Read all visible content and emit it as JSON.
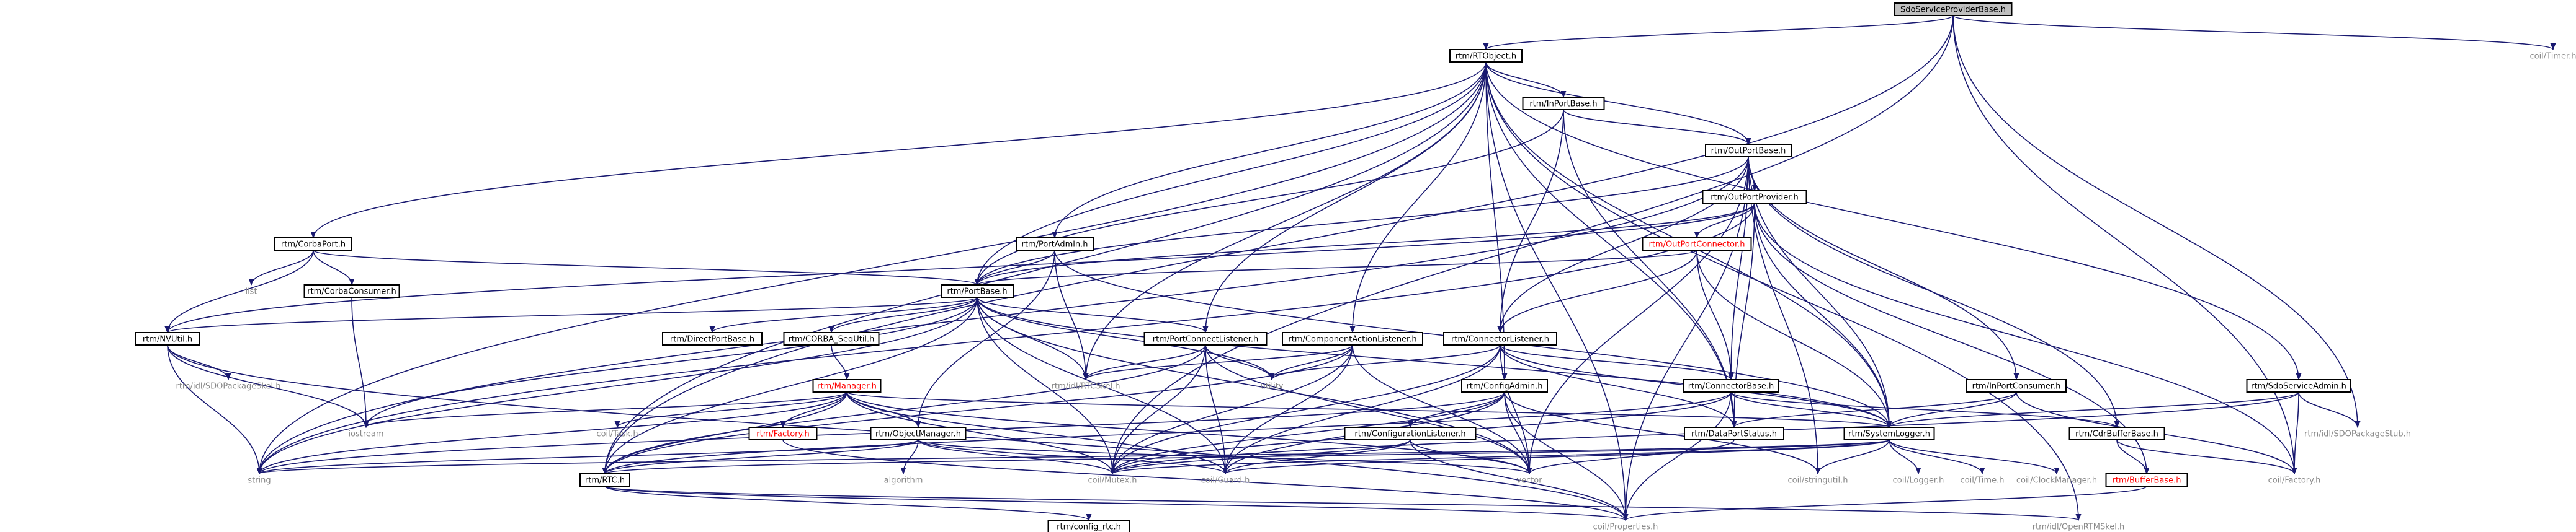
{
  "graph": {
    "nodes": [
      {
        "id": "root",
        "label": "SdoServiceProviderBase.h",
        "style": "root"
      },
      {
        "id": "rtobject",
        "label": "rtm/RTObject.h",
        "style": "box"
      },
      {
        "id": "timer",
        "label": "coil/Timer.h",
        "style": "plain"
      },
      {
        "id": "inportbase",
        "label": "rtm/InPortBase.h",
        "style": "box"
      },
      {
        "id": "outportbase",
        "label": "rtm/OutPortBase.h",
        "style": "box"
      },
      {
        "id": "outportprovider",
        "label": "rtm/OutPortProvider.h",
        "style": "box"
      },
      {
        "id": "outportconnector",
        "label": "rtm/OutPortConnector.h",
        "style": "red"
      },
      {
        "id": "corbaport",
        "label": "rtm/CorbaPort.h",
        "style": "box"
      },
      {
        "id": "portadmin",
        "label": "rtm/PortAdmin.h",
        "style": "box"
      },
      {
        "id": "list",
        "label": "list",
        "style": "plain"
      },
      {
        "id": "corbaconsumer",
        "label": "rtm/CorbaConsumer.h",
        "style": "box"
      },
      {
        "id": "portbase",
        "label": "rtm/PortBase.h",
        "style": "box"
      },
      {
        "id": "nvutil",
        "label": "rtm/NVUtil.h",
        "style": "box"
      },
      {
        "id": "directportbase",
        "label": "rtm/DirectPortBase.h",
        "style": "box"
      },
      {
        "id": "corbaseqqutil",
        "label": "rtm/CORBA_SeqUtil.h",
        "style": "box"
      },
      {
        "id": "portconnectlistener",
        "label": "rtm/PortConnectListener.h",
        "style": "box"
      },
      {
        "id": "componentactionlistener",
        "label": "rtm/ComponentActionListener.h",
        "style": "box"
      },
      {
        "id": "connectorlistener",
        "label": "rtm/ConnectorListener.h",
        "style": "box"
      },
      {
        "id": "sdopackageskel",
        "label": "rtm/idl/SDOPackageSkel.h",
        "style": "plain"
      },
      {
        "id": "manager",
        "label": "rtm/Manager.h",
        "style": "red"
      },
      {
        "id": "rtcskel",
        "label": "rtm/idl/RTCSkel.h",
        "style": "plain"
      },
      {
        "id": "utility",
        "label": "utility",
        "style": "plain"
      },
      {
        "id": "configadmin",
        "label": "rtm/ConfigAdmin.h",
        "style": "box"
      },
      {
        "id": "connectorbase",
        "label": "rtm/ConnectorBase.h",
        "style": "box"
      },
      {
        "id": "inportconsumer",
        "label": "rtm/InPortConsumer.h",
        "style": "box"
      },
      {
        "id": "sdoserviceadmin",
        "label": "rtm/SdoServiceAdmin.h",
        "style": "box"
      },
      {
        "id": "iostream",
        "label": "iostream",
        "style": "plain"
      },
      {
        "id": "coiltask",
        "label": "coil/Task.h",
        "style": "plain"
      },
      {
        "id": "factory",
        "label": "rtm/Factory.h",
        "style": "red"
      },
      {
        "id": "objectmanager",
        "label": "rtm/ObjectManager.h",
        "style": "box"
      },
      {
        "id": "configurationlistener",
        "label": "rtm/ConfigurationListener.h",
        "style": "box"
      },
      {
        "id": "dataportstatus",
        "label": "rtm/DataPortStatus.h",
        "style": "box"
      },
      {
        "id": "systemlogger",
        "label": "rtm/SystemLogger.h",
        "style": "box"
      },
      {
        "id": "cdrbufferbase",
        "label": "rtm/CdrBufferBase.h",
        "style": "box"
      },
      {
        "id": "sdopackagestub",
        "label": "rtm/idl/SDOPackageStub.h",
        "style": "plain"
      },
      {
        "id": "string",
        "label": "string",
        "style": "plain"
      },
      {
        "id": "rtc",
        "label": "rtm/RTC.h",
        "style": "box"
      },
      {
        "id": "algorithm",
        "label": "algorithm",
        "style": "plain"
      },
      {
        "id": "coilmutex",
        "label": "coil/Mutex.h",
        "style": "plain"
      },
      {
        "id": "coilguard",
        "label": "coil/Guard.h",
        "style": "plain"
      },
      {
        "id": "vector",
        "label": "vector",
        "style": "plain"
      },
      {
        "id": "stringutil",
        "label": "coil/stringutil.h",
        "style": "plain"
      },
      {
        "id": "coillogger",
        "label": "coil/Logger.h",
        "style": "plain"
      },
      {
        "id": "coiltime",
        "label": "coil/Time.h",
        "style": "plain"
      },
      {
        "id": "clockmanager",
        "label": "coil/ClockManager.h",
        "style": "plain"
      },
      {
        "id": "bufferbase",
        "label": "rtm/BufferBase.h",
        "style": "red"
      },
      {
        "id": "coilfactory",
        "label": "coil/Factory.h",
        "style": "plain"
      },
      {
        "id": "configrtc",
        "label": "rtm/config_rtc.h",
        "style": "box"
      },
      {
        "id": "properties",
        "label": "coil/Properties.h",
        "style": "plain"
      },
      {
        "id": "openrtmskel",
        "label": "rtm/idl/OpenRTMSkel.h",
        "style": "plain"
      }
    ],
    "edges": [
      [
        "root",
        "rtobject"
      ],
      [
        "root",
        "timer"
      ],
      [
        "root",
        "rtc"
      ],
      [
        "root",
        "sdopackagestub"
      ],
      [
        "root",
        "coilmutex"
      ],
      [
        "root",
        "coilfactory"
      ],
      [
        "rtobject",
        "inportbase"
      ],
      [
        "rtobject",
        "outportbase"
      ],
      [
        "rtobject",
        "corbaport"
      ],
      [
        "rtobject",
        "portadmin"
      ],
      [
        "rtobject",
        "portbase"
      ],
      [
        "rtobject",
        "portconnectlistener"
      ],
      [
        "rtobject",
        "componentactionlistener"
      ],
      [
        "rtobject",
        "configadmin"
      ],
      [
        "rtobject",
        "sdoserviceadmin"
      ],
      [
        "rtobject",
        "rtcskel"
      ],
      [
        "rtobject",
        "systemlogger"
      ],
      [
        "rtobject",
        "string"
      ],
      [
        "rtobject",
        "properties"
      ],
      [
        "rtobject",
        "openrtmskel"
      ],
      [
        "rtobject",
        "rtc"
      ],
      [
        "rtobject",
        "dataportstatus"
      ],
      [
        "inportbase",
        "outportbase"
      ],
      [
        "inportbase",
        "portbase"
      ],
      [
        "inportbase",
        "connectorlistener"
      ],
      [
        "inportbase",
        "dataportstatus"
      ],
      [
        "outportbase",
        "outportprovider"
      ],
      [
        "outportbase",
        "portbase"
      ],
      [
        "outportbase",
        "connectorbase"
      ],
      [
        "outportbase",
        "connectorlistener"
      ],
      [
        "outportbase",
        "inportconsumer"
      ],
      [
        "outportbase",
        "systemlogger"
      ],
      [
        "outportbase",
        "cdrbufferbase"
      ],
      [
        "outportbase",
        "stringutil"
      ],
      [
        "outportbase",
        "string"
      ],
      [
        "outportbase",
        "vector"
      ],
      [
        "outportbase",
        "properties"
      ],
      [
        "outportprovider",
        "outportconnector"
      ],
      [
        "outportprovider",
        "nvutil"
      ],
      [
        "outportprovider",
        "portbase"
      ],
      [
        "outportprovider",
        "dataportstatus"
      ],
      [
        "outportprovider",
        "systemlogger"
      ],
      [
        "outportprovider",
        "bufferbase"
      ],
      [
        "outportprovider",
        "coilfactory"
      ],
      [
        "outportprovider",
        "string"
      ],
      [
        "outportconnector",
        "connectorbase"
      ],
      [
        "outportconnector",
        "connectorlistener"
      ],
      [
        "outportconnector",
        "portbase"
      ],
      [
        "outportconnector",
        "systemlogger"
      ],
      [
        "corbaport",
        "list"
      ],
      [
        "corbaport",
        "corbaconsumer"
      ],
      [
        "corbaport",
        "portbase"
      ],
      [
        "corbaport",
        "nvutil"
      ],
      [
        "portadmin",
        "portbase"
      ],
      [
        "portadmin",
        "objectmanager"
      ],
      [
        "portadmin",
        "rtcskel"
      ],
      [
        "portadmin",
        "systemlogger"
      ],
      [
        "corbaconsumer",
        "iostream"
      ],
      [
        "portbase",
        "nvutil"
      ],
      [
        "portbase",
        "directportbase"
      ],
      [
        "portbase",
        "corbaseqqutil"
      ],
      [
        "portbase",
        "portconnectlistener"
      ],
      [
        "portbase",
        "rtcskel"
      ],
      [
        "portbase",
        "systemlogger"
      ],
      [
        "portbase",
        "rtc"
      ],
      [
        "portbase",
        "coilmutex"
      ],
      [
        "portbase",
        "coilguard"
      ],
      [
        "portbase",
        "vector"
      ],
      [
        "portbase",
        "iostream"
      ],
      [
        "portbase",
        "string"
      ],
      [
        "portbase",
        "utility"
      ],
      [
        "nvutil",
        "sdopackageskel"
      ],
      [
        "nvutil",
        "iostream"
      ],
      [
        "nvutil",
        "string"
      ],
      [
        "nvutil",
        "properties"
      ],
      [
        "corbaseqqutil",
        "manager"
      ],
      [
        "portconnectlistener",
        "rtcskel"
      ],
      [
        "portconnectlistener",
        "coilmutex"
      ],
      [
        "portconnectlistener",
        "coilguard"
      ],
      [
        "portconnectlistener",
        "vector"
      ],
      [
        "portconnectlistener",
        "utility"
      ],
      [
        "portconnectlistener",
        "rtc"
      ],
      [
        "componentactionlistener",
        "rtcskel"
      ],
      [
        "componentactionlistener",
        "coilmutex"
      ],
      [
        "componentactionlistener",
        "coilguard"
      ],
      [
        "componentactionlistener",
        "vector"
      ],
      [
        "componentactionlistener",
        "utility"
      ],
      [
        "componentactionlistener",
        "rtc"
      ],
      [
        "connectorlistener",
        "connectorbase"
      ],
      [
        "connectorlistener",
        "coilmutex"
      ],
      [
        "connectorlistener",
        "coilguard"
      ],
      [
        "connectorlistener",
        "vector"
      ],
      [
        "connectorlistener",
        "utility"
      ],
      [
        "connectorlistener",
        "systemlogger"
      ],
      [
        "connectorlistener",
        "dataportstatus"
      ],
      [
        "manager",
        "iostream"
      ],
      [
        "manager",
        "coiltask"
      ],
      [
        "manager",
        "factory"
      ],
      [
        "manager",
        "objectmanager"
      ],
      [
        "manager",
        "systemlogger"
      ],
      [
        "manager",
        "rtc"
      ],
      [
        "manager",
        "coilmutex"
      ],
      [
        "manager",
        "coilguard"
      ],
      [
        "manager",
        "vector"
      ],
      [
        "manager",
        "string"
      ],
      [
        "configadmin",
        "configurationlistener"
      ],
      [
        "configadmin",
        "coilmutex"
      ],
      [
        "configadmin",
        "coilguard"
      ],
      [
        "configadmin",
        "stringutil"
      ],
      [
        "configadmin",
        "properties"
      ],
      [
        "configadmin",
        "vector"
      ],
      [
        "configadmin",
        "string"
      ],
      [
        "connectorbase",
        "dataportstatus"
      ],
      [
        "connectorbase",
        "systemlogger"
      ],
      [
        "connectorbase",
        "cdrbufferbase"
      ],
      [
        "connectorbase",
        "rtc"
      ],
      [
        "connectorbase",
        "properties"
      ],
      [
        "connectorbase",
        "coilmutex"
      ],
      [
        "inportconsumer",
        "systemlogger"
      ],
      [
        "inportconsumer",
        "coilfactory"
      ],
      [
        "inportconsumer",
        "dataportstatus"
      ],
      [
        "sdoserviceadmin",
        "sdopackagestub"
      ],
      [
        "sdoserviceadmin",
        "systemlogger"
      ],
      [
        "sdoserviceadmin",
        "coilfactory"
      ],
      [
        "sdoserviceadmin",
        "coilmutex"
      ],
      [
        "factory",
        "properties"
      ],
      [
        "objectmanager",
        "algorithm"
      ],
      [
        "objectmanager",
        "coilmutex"
      ],
      [
        "objectmanager",
        "coilguard"
      ],
      [
        "objectmanager",
        "vector"
      ],
      [
        "objectmanager",
        "string"
      ],
      [
        "objectmanager",
        "rtc"
      ],
      [
        "configurationlistener",
        "coilmutex"
      ],
      [
        "configurationlistener",
        "coilguard"
      ],
      [
        "configurationlistener",
        "properties"
      ],
      [
        "configurationlistener",
        "vector"
      ],
      [
        "dataportstatus",
        "vector"
      ],
      [
        "systemlogger",
        "coillogger"
      ],
      [
        "systemlogger",
        "coiltime"
      ],
      [
        "systemlogger",
        "clockmanager"
      ],
      [
        "systemlogger",
        "coilmutex"
      ],
      [
        "systemlogger",
        "coilguard"
      ],
      [
        "systemlogger",
        "stringutil"
      ],
      [
        "systemlogger",
        "string"
      ],
      [
        "systemlogger",
        "rtc"
      ],
      [
        "cdrbufferbase",
        "bufferbase"
      ],
      [
        "cdrbufferbase",
        "coilfactory"
      ],
      [
        "bufferbase",
        "properties"
      ],
      [
        "rtc",
        "configrtc"
      ],
      [
        "rtc",
        "properties"
      ],
      [
        "rtc",
        "openrtmskel"
      ]
    ]
  }
}
